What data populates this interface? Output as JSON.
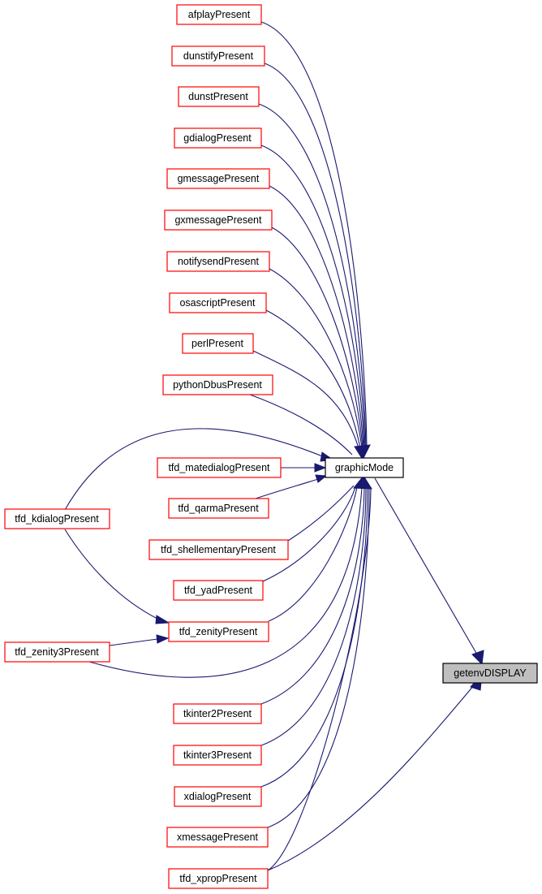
{
  "colors": {
    "caller_border": "#ff0000",
    "focus_node_border": "#000000",
    "target_fill": "#bfbfbf",
    "edge": "#191970"
  },
  "nodes": {
    "afplay": "afplayPresent",
    "dunstify": "dunstifyPresent",
    "dunst": "dunstPresent",
    "gdialog": "gdialogPresent",
    "gmessage": "gmessagePresent",
    "gxmessage": "gxmessagePresent",
    "notifysend": "notifysendPresent",
    "osascript": "osascriptPresent",
    "perl": "perlPresent",
    "pythondbus": "pythonDbusPresent",
    "matedialog": "tfd_matedialogPresent",
    "qarma": "tfd_qarmaPresent",
    "shellementary": "tfd_shellementaryPresent",
    "yad": "tfd_yadPresent",
    "zenity": "tfd_zenityPresent",
    "kdialog": "tfd_kdialogPresent",
    "zenity3": "tfd_zenity3Present",
    "tkinter2": "tkinter2Present",
    "tkinter3": "tkinter3Present",
    "xdialog": "xdialogPresent",
    "xmessage": "xmessagePresent",
    "xprop": "tfd_xpropPresent",
    "graphicmode": "graphicMode",
    "getenvdisplay": "getenvDISPLAY"
  }
}
